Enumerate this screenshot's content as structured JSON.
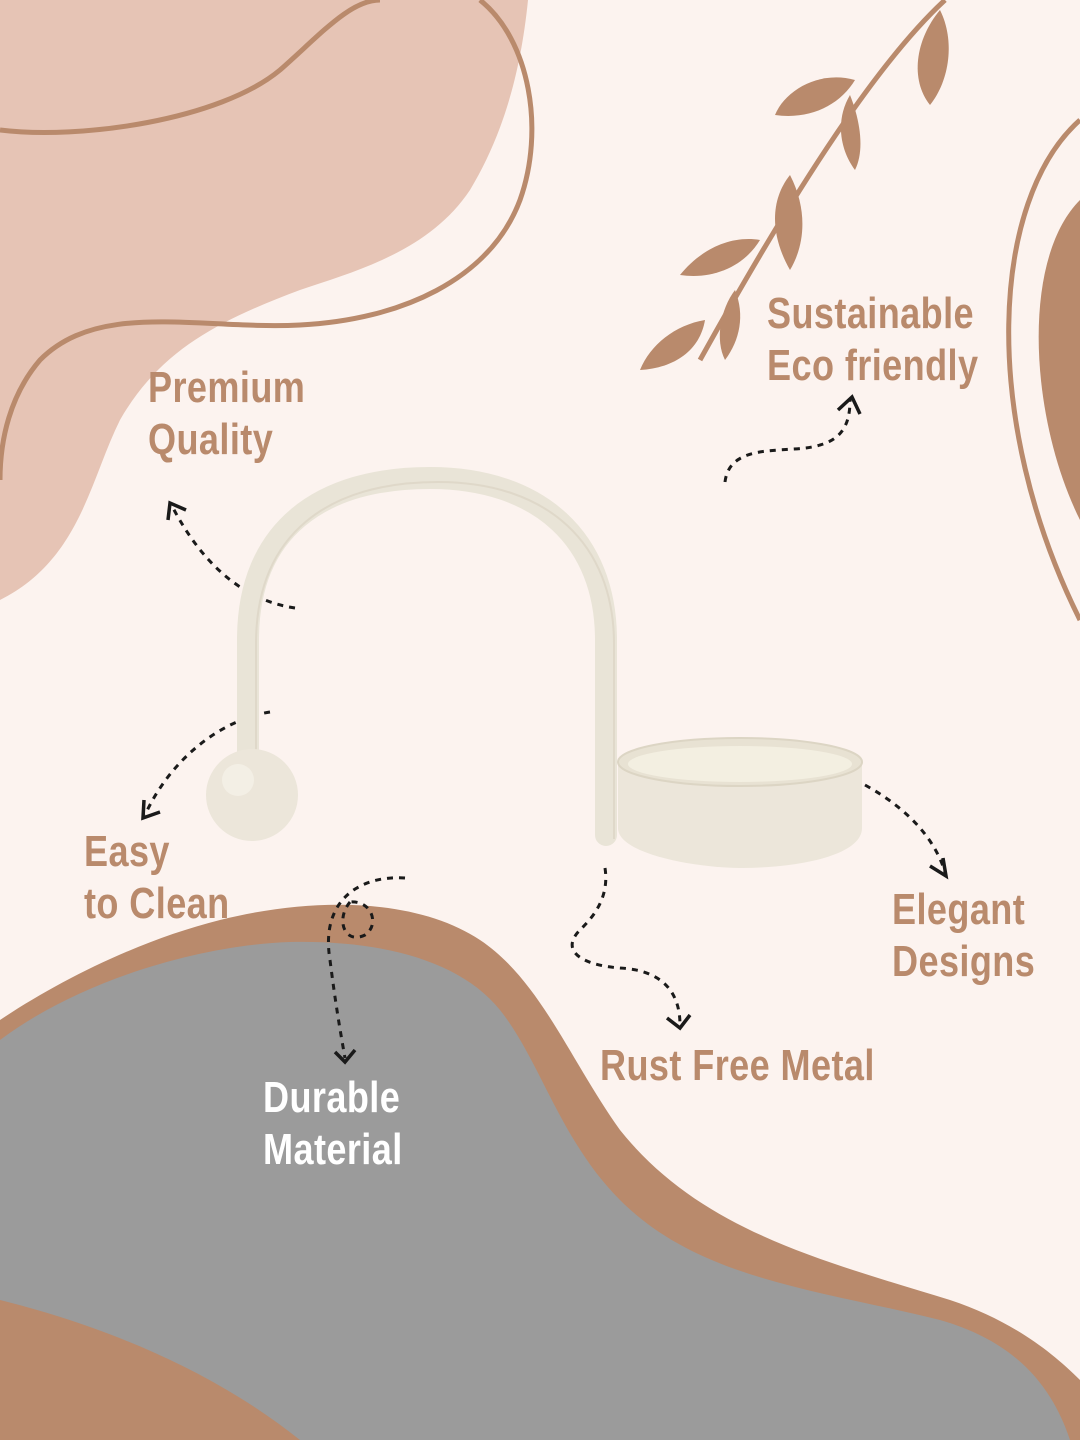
{
  "features": {
    "premium": {
      "line1": "Premium",
      "line2": "Quality"
    },
    "sustainable": {
      "line1": "Sustainable",
      "line2": "Eco friendly"
    },
    "easy_clean": {
      "line1": "Easy",
      "line2": "to Clean"
    },
    "elegant": {
      "line1": "Elegant",
      "line2": "Designs"
    },
    "rust_free": {
      "line1": "Rust Free Metal"
    },
    "durable": {
      "line1": "Durable",
      "line2": "Material"
    }
  },
  "colors": {
    "background": "#fcf3ef",
    "accent_brown": "#b98a6c",
    "blush": "#e6c4b5",
    "grey": "#9b9b9b",
    "cream": "#efe9dd",
    "white_text": "#ffffff"
  },
  "icons": [
    "leaf-branch-icon",
    "dotted-arrow-icon"
  ]
}
